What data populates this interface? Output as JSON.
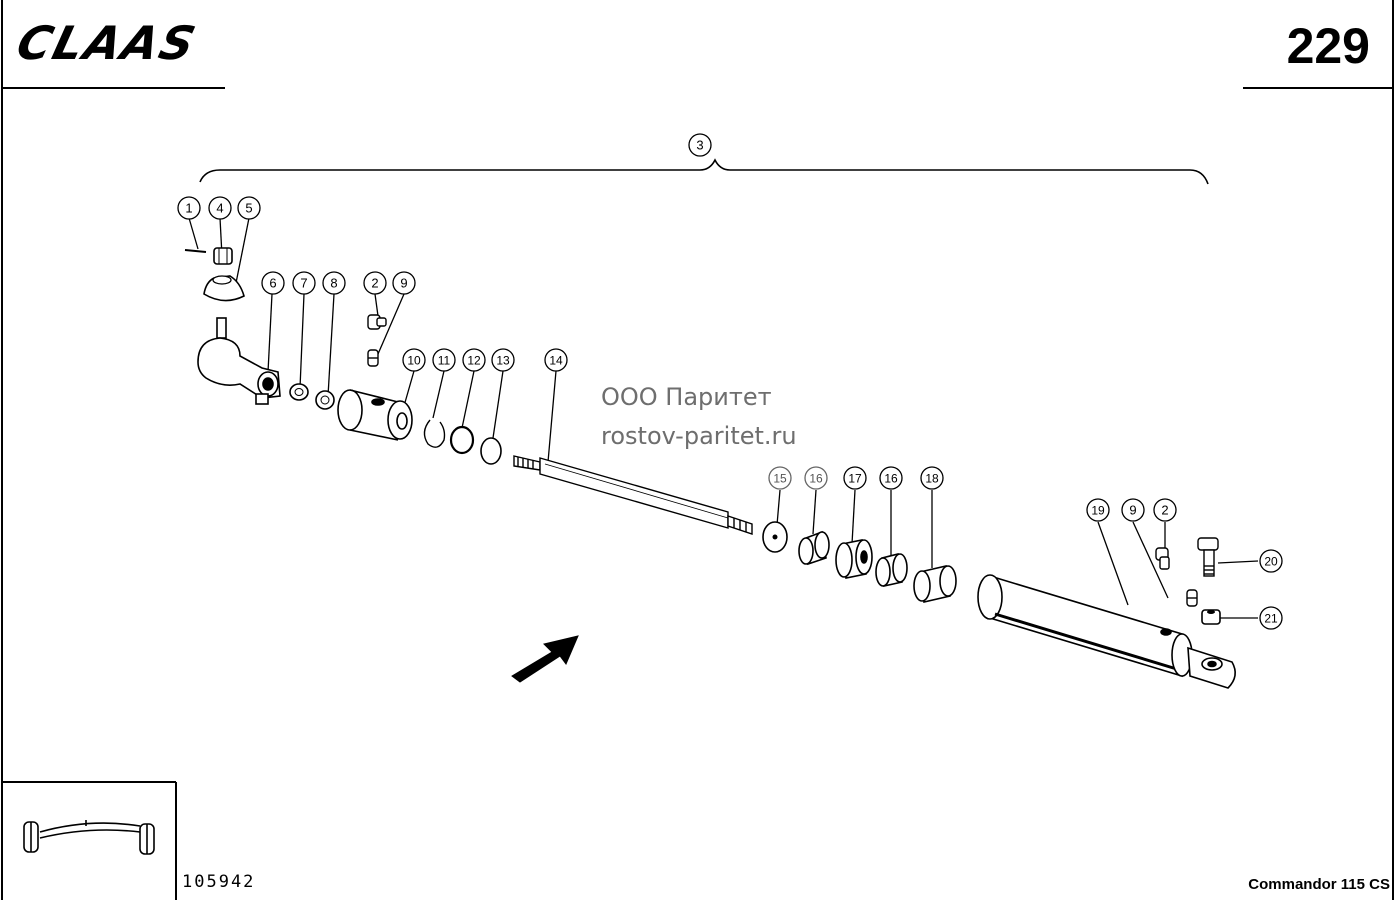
{
  "header": {
    "logo_text": "CLAAS",
    "page_number": "229"
  },
  "watermark": {
    "line1": "ООО Паритет",
    "line2": "rostov-paritet.ru"
  },
  "footer": {
    "drawing_number": "105942",
    "model": "Commandor 115 CS"
  },
  "callouts": [
    {
      "id": "c3",
      "label": "3"
    },
    {
      "id": "c1",
      "label": "1"
    },
    {
      "id": "c4",
      "label": "4"
    },
    {
      "id": "c5",
      "label": "5"
    },
    {
      "id": "c6",
      "label": "6"
    },
    {
      "id": "c7",
      "label": "7"
    },
    {
      "id": "c8",
      "label": "8"
    },
    {
      "id": "c2a",
      "label": "2"
    },
    {
      "id": "c9a",
      "label": "9"
    },
    {
      "id": "c10",
      "label": "10"
    },
    {
      "id": "c11",
      "label": "11"
    },
    {
      "id": "c12",
      "label": "12"
    },
    {
      "id": "c13",
      "label": "13"
    },
    {
      "id": "c14",
      "label": "14"
    },
    {
      "id": "c15",
      "label": "15"
    },
    {
      "id": "c16a",
      "label": "16"
    },
    {
      "id": "c17",
      "label": "17"
    },
    {
      "id": "c16b",
      "label": "16"
    },
    {
      "id": "c18",
      "label": "18"
    },
    {
      "id": "c19",
      "label": "19"
    },
    {
      "id": "c9b",
      "label": "9"
    },
    {
      "id": "c2b",
      "label": "2"
    },
    {
      "id": "c20",
      "label": "20"
    },
    {
      "id": "c21",
      "label": "21"
    }
  ]
}
